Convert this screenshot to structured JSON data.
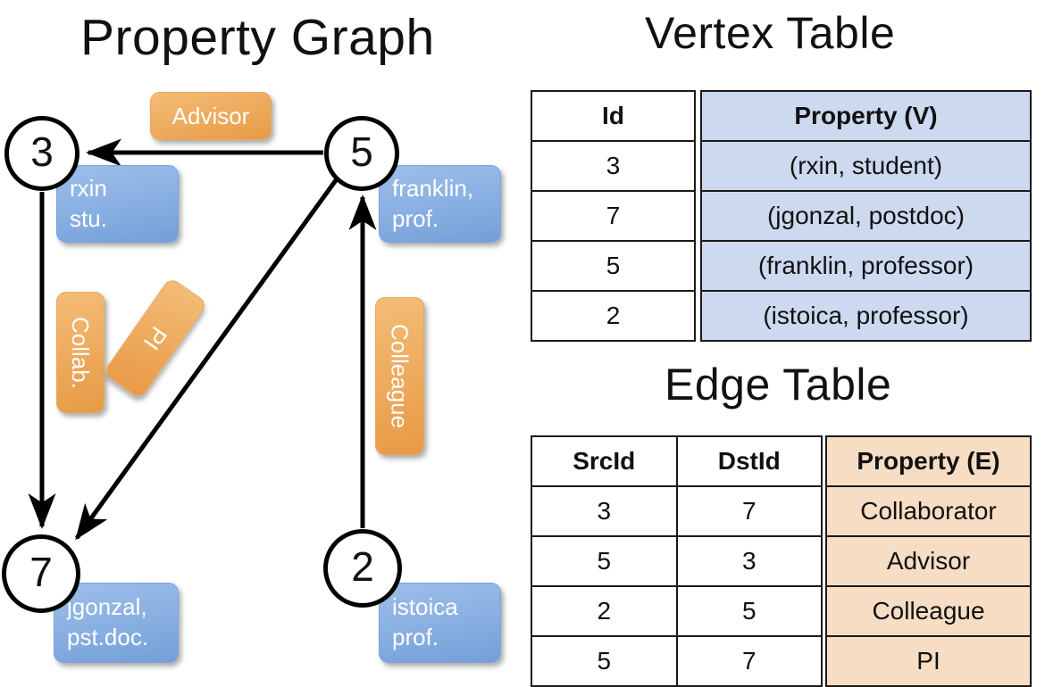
{
  "titles": {
    "graph": "Property Graph",
    "vertex_table": "Vertex Table",
    "edge_table": "Edge Table"
  },
  "colors": {
    "node_stroke": "#000000",
    "vertex_property_box": "#8cb2e3",
    "edge_label_box": "#eeab5e",
    "vertex_table_highlight": "#ccd9ef",
    "edge_table_highlight": "#f6ddc4",
    "arrow": "#000000"
  },
  "graph": {
    "nodes": [
      {
        "id": "3",
        "property": "rxin\nstu.",
        "prop_line1": "rxin",
        "prop_line2": "stu."
      },
      {
        "id": "5",
        "property": "franklin,\nprof.",
        "prop_line1": "franklin,",
        "prop_line2": "prof."
      },
      {
        "id": "7",
        "property": "jgonzal,\npst.doc.",
        "prop_line1": "jgonzal,",
        "prop_line2": "pst.doc."
      },
      {
        "id": "2",
        "property": "istoica\nprof.",
        "prop_line1": "istoica",
        "prop_line2": "prof."
      }
    ],
    "edges": [
      {
        "src": "5",
        "dst": "3",
        "label": "Advisor"
      },
      {
        "src": "3",
        "dst": "7",
        "label": "Collab."
      },
      {
        "src": "5",
        "dst": "7",
        "label": "PI"
      },
      {
        "src": "2",
        "dst": "5",
        "label": "Colleague"
      }
    ]
  },
  "vertex_table": {
    "headers": {
      "id": "Id",
      "property": "Property (V)"
    },
    "rows": [
      {
        "id": "3",
        "property": "(rxin, student)"
      },
      {
        "id": "7",
        "property": "(jgonzal, postdoc)"
      },
      {
        "id": "5",
        "property": "(franklin, professor)"
      },
      {
        "id": "2",
        "property": "(istoica, professor)"
      }
    ]
  },
  "edge_table": {
    "headers": {
      "src": "SrcId",
      "dst": "DstId",
      "property": "Property (E)"
    },
    "rows": [
      {
        "src": "3",
        "dst": "7",
        "property": "Collaborator"
      },
      {
        "src": "5",
        "dst": "3",
        "property": "Advisor"
      },
      {
        "src": "2",
        "dst": "5",
        "property": "Colleague"
      },
      {
        "src": "5",
        "dst": "7",
        "property": "PI"
      }
    ]
  }
}
